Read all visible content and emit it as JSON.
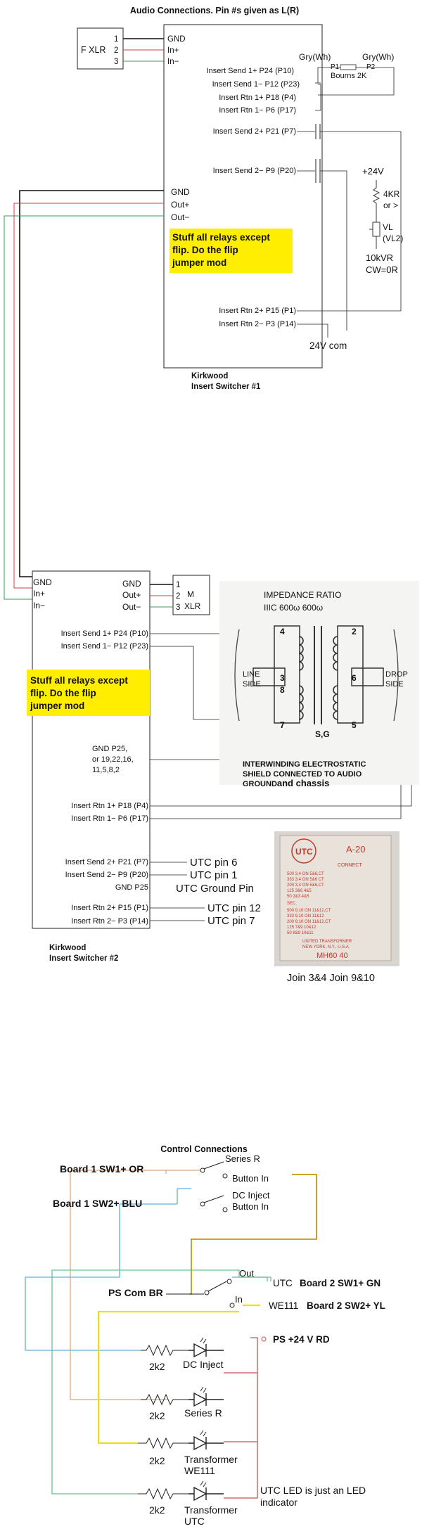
{
  "audio": {
    "title": "Audio Connections. Pin #s given as L(R)",
    "fxlr": {
      "label": "F XLR",
      "pins": [
        "1",
        "2",
        "3"
      ],
      "signals": [
        "GND",
        "In+",
        "In−"
      ]
    },
    "sw1": {
      "name_line1": "Kirkwood",
      "name_line2": "Insert Switcher #1",
      "pins": [
        "Insert Send 1+ P24 (P10)",
        "Insert Send 1− P12 (P23)",
        "Insert Rtn 1+ P18 (P4)",
        "Insert Rtn 1− P6 (P17)",
        "Insert Send 2+ P21 (P7)",
        "Insert Send 2− P9 (P20)",
        "Insert Rtn 2+ P15 (P1)",
        "Insert Rtn 2− P3 (P14)"
      ],
      "out_labels": [
        "GND",
        "Out+",
        "Out−"
      ],
      "note": [
        "Stuff all relays except",
        "flip. Do the flip",
        "jumper mod"
      ]
    },
    "pot": {
      "p1": "P1",
      "p2": "P2",
      "gry1": "Gry(Wh)",
      "gry2": "Gry(Wh)",
      "bourns": "Bourns 2K",
      "v24": "+24V",
      "r4k": "4KR",
      "or_gt": "or >",
      "vl": "VL",
      "vl2": "(VL2)",
      "kvr": "10kVR",
      "cw": "CW=0R",
      "com": "24V com"
    },
    "sw2": {
      "name_line1": "Kirkwood",
      "name_line2": "Insert Switcher #2",
      "in_labels": [
        "GND",
        "In+",
        "In−"
      ],
      "out_labels": [
        "GND",
        "Out+",
        "Out−"
      ],
      "pins_top": [
        "Insert Send 1+ P24 (P10)",
        "Insert Send 1−  P12 (P23)"
      ],
      "gnd_block": [
        "GND P25,",
        "or 19,22,16,",
        "11,5,8,2"
      ],
      "pins_rtn": [
        "Insert Rtn 1+ P18 (P4)",
        "Insert Rtn 1− P6 (P17)"
      ],
      "pins_bottom": [
        "Insert Send 2+ P21 (P7)",
        "Insert Send 2− P9 (P20)",
        "GND P25",
        "Insert Rtn 2+ P15 (P1)",
        "Insert Rtn 2− P3 (P14)"
      ],
      "utc_labels": [
        "UTC pin 6",
        "UTC pin 1",
        "UTC Ground Pin",
        "UTC pin 12",
        "UTC pin 7"
      ],
      "note": [
        "Stuff all relays except",
        "flip. Do the flip",
        "jumper mod"
      ]
    },
    "mxlr": {
      "pins": [
        "1",
        "2",
        "3"
      ],
      "label_line1": "M",
      "label_line2": "XLR"
    },
    "transformer": {
      "impedance": "IMPEDANCE RATIO",
      "ratio": "IIIC   600ω  600ω",
      "line_side": [
        "LINE",
        "SIDE"
      ],
      "drop_side": [
        "DROP",
        "SIDE"
      ],
      "pins": [
        "4",
        "3",
        "8",
        "7",
        "2",
        "6",
        "5"
      ],
      "sg": "S,G",
      "shield_text": [
        "INTERWINDING ELECTROSTATIC",
        "SHIELD CONNECTED TO AUDIO"
      ],
      "ground_text": "GROUND",
      "chassis_text": "and chassis"
    },
    "photo": {
      "logo": "UTC",
      "model": "A-20",
      "connect": "CONNECT",
      "rows": [
        "500   3,4 ON 5&6,CT",
        "333   3,4 ON 5&6 CT",
        "200   3,4 ON 5&6,CT",
        "125   3&6    4&5",
        "50     2&3    4&5",
        "  SEC.",
        "500   9,10 ON 11&12,CT",
        "333   9,10 ON 11&12",
        "200   9,10 ON 11&12,CT",
        "125   7&9     10&12",
        "50     8&9     10&11"
      ],
      "footer": [
        "UNITED TRANSFORMER",
        "NEW YORK, N.Y., U.S.A."
      ],
      "code": "MH60  40",
      "caption": "Join 3&4    Join 9&10"
    }
  },
  "control": {
    "title": "Control Connections",
    "sw1_or": "Board 1 SW1+ OR",
    "sw2_blu": "Board 1 SW2+ BLU",
    "series_r": "Series R",
    "button_in_1": "Button In",
    "dc_inject_btn": "DC Inject",
    "button_in_2": "Button In",
    "ps_com": "PS Com BR",
    "out_lbl": "Out",
    "in_lbl": "In",
    "utc_lbl": "UTC",
    "board2_gn": "Board 2 SW1+ GN",
    "we111_lbl": "WE111",
    "board2_yl": "Board 2 SW2+ YL",
    "ps24": "PS +24 V RD",
    "leds": [
      {
        "res": "2k2",
        "name": [
          "DC Inject"
        ]
      },
      {
        "res": "2k2",
        "name": [
          "Series R"
        ]
      },
      {
        "res": "2k2",
        "name": [
          "Transformer",
          "WE111"
        ]
      },
      {
        "res": "2k2",
        "name": [
          "Transformer",
          "UTC"
        ]
      }
    ],
    "utc_led_note": [
      "UTC LED is just an LED",
      "indicator"
    ],
    "colors": {
      "orange": "#e0a878",
      "blue": "#5bb0dc",
      "green": "#6cc08a",
      "yellow": "#f0e000",
      "gold": "#c9950e",
      "red": "#cc4444",
      "wire_red": "#c85050",
      "highlight": "#ffee00"
    }
  }
}
